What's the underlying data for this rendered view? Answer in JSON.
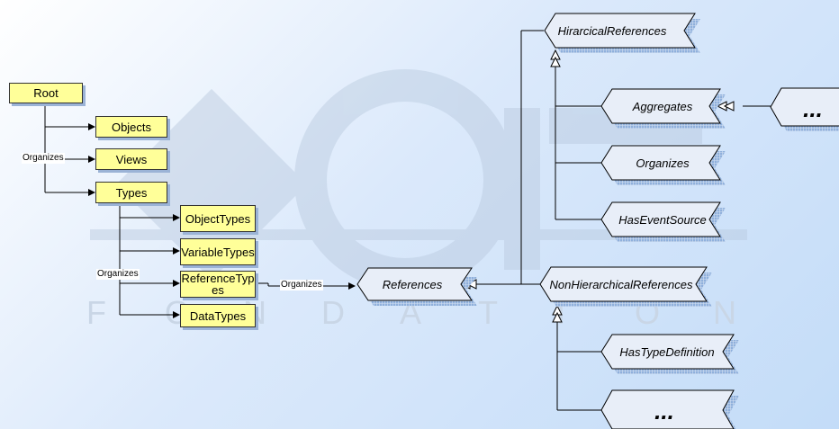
{
  "nodes": {
    "root": "Root",
    "objects": "Objects",
    "views": "Views",
    "types": "Types",
    "object_types": "ObjectTypes",
    "variable_types": "VariableTypes",
    "reference_types": "ReferenceTypes",
    "data_types": "DataTypes"
  },
  "edge_labels": {
    "root_organizes": "Organizes",
    "types_organizes": "Organizes",
    "reftypes_organizes": "Organizes"
  },
  "reference_types": {
    "references": "References",
    "hierarchical": "HirarcicalReferences",
    "aggregates": "Aggregates",
    "organizes": "Organizes",
    "has_event_source": "HasEventSource",
    "non_hierarchical": "NonHierarchicalReferences",
    "has_type_definition": "HasTypeDefinition",
    "more_aggregates": "...",
    "more_non_hierarchical": "..."
  },
  "watermark": [
    "F",
    "O",
    "N",
    "D",
    "A",
    "T",
    "I",
    "O",
    "N"
  ],
  "colors": {
    "node_fill": "#ffff99",
    "reftype_fill": "#e8eef8",
    "line": "#000000"
  }
}
